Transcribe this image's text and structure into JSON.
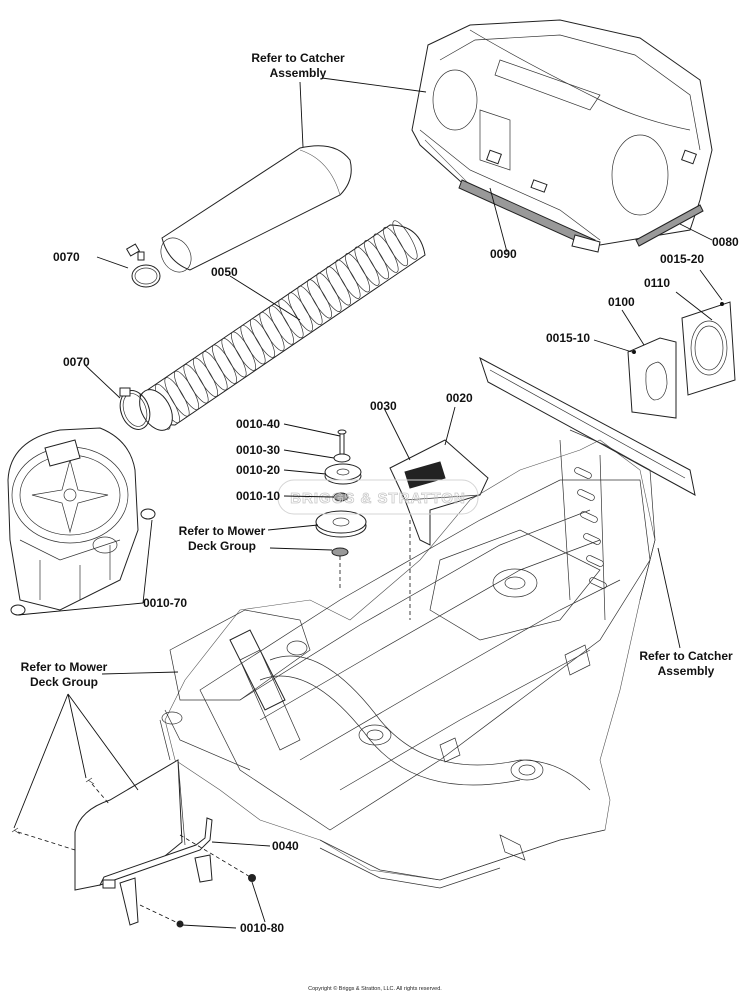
{
  "labels": {
    "p0070a": "0070",
    "p0070b": "0070",
    "p0050": "0050",
    "p0090": "0090",
    "p0080": "0080",
    "p0015_20": "0015-20",
    "p0110": "0110",
    "p0100": "0100",
    "p0015_10": "0015-10",
    "p0030": "0030",
    "p0020": "0020",
    "p0010_40": "0010-40",
    "p0010_30": "0010-30",
    "p0010_20": "0010-20",
    "p0010_10": "0010-10",
    "p0010_70": "0010-70",
    "p0040": "0040",
    "p0010_80": "0010-80"
  },
  "references": {
    "catcher_top": [
      "Refer to Catcher",
      "Assembly"
    ],
    "catcher_right": [
      "Refer to Catcher",
      "Assembly"
    ],
    "mower_deck_mid": [
      "Refer to Mower",
      "Deck Group"
    ],
    "mower_deck_left": [
      "Refer to Mower",
      "Deck Group"
    ]
  },
  "watermark": "BRIGGS & STRATTON",
  "copyright": "Copyright © Briggs & Stratton, LLC. All rights reserved."
}
